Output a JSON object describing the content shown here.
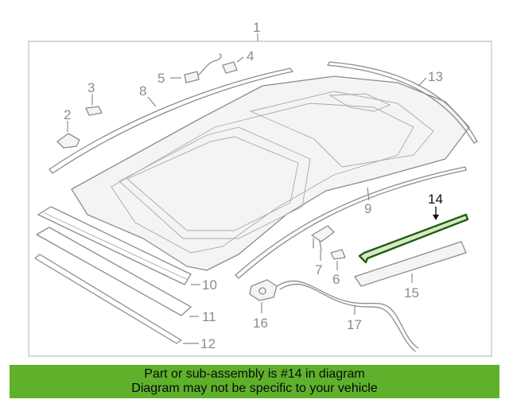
{
  "diagram": {
    "callouts": [
      "1",
      "2",
      "3",
      "4",
      "5",
      "6",
      "7",
      "8",
      "9",
      "10",
      "11",
      "12",
      "13",
      "14",
      "15",
      "16",
      "17"
    ],
    "highlighted_part": "14",
    "colors": {
      "line": "#8c8c8c",
      "highlight_part": "#2e7d1e",
      "banner": "#5fb12c"
    }
  },
  "banner": {
    "line1": "Part or sub-assembly is #14 in diagram",
    "line2": "Diagram may not be specific to your vehicle"
  }
}
